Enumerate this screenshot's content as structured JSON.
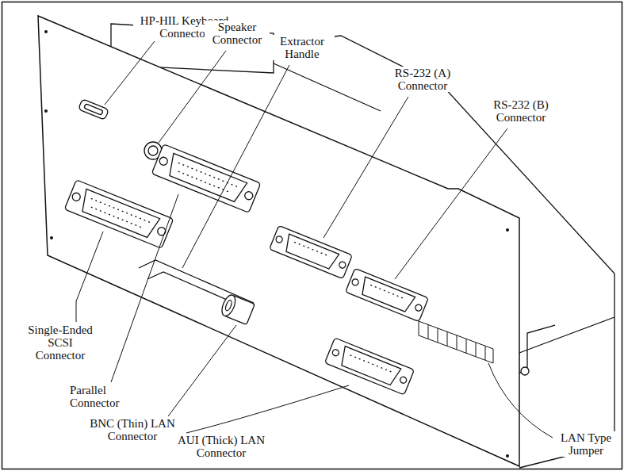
{
  "diagram": {
    "labels": [
      "HP-HIL Keyboard Connector",
      "Speaker Connector",
      "Extractor Handle",
      "RS-232 (A) Connector",
      "RS-232 (B) Connector",
      "Single-Ended SCSI Connector",
      "Parallel Connector",
      "BNC (Thin) LAN Connector",
      "AUI (Thick) LAN Connector",
      "LAN Type Jumper"
    ]
  }
}
